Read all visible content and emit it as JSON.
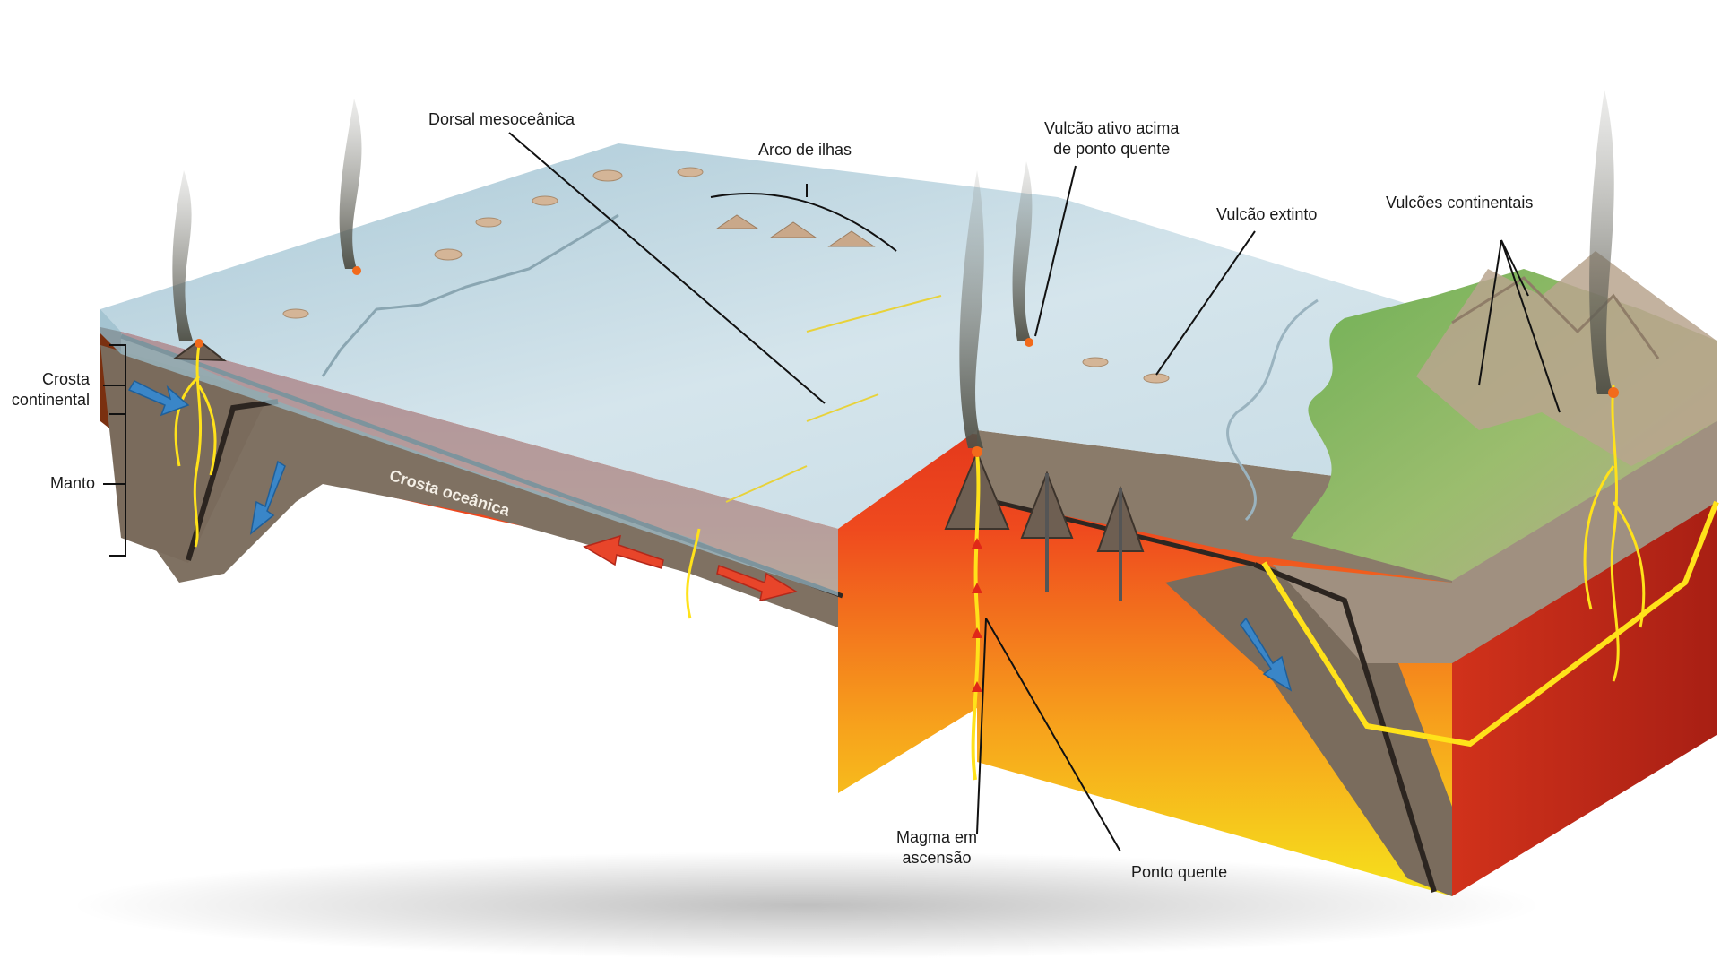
{
  "labels": {
    "dorsal": "Dorsal mesoceânica",
    "arco": "Arco de ilhas",
    "vulcao_ativo": "Vulcão ativo acima\nde ponto quente",
    "vulcao_extinto": "Vulcão extinto",
    "vulcoes_continentais": "Vulcões continentais",
    "crosta_continental": "Crosta\ncontinental",
    "manto": "Manto",
    "crosta_oceanica": "Crosta oceânica",
    "magma": "Magma em\nascensão",
    "ponto_quente": "Ponto quente"
  },
  "colors": {
    "ocean": "#c9dde6",
    "mantle_hot": "#e8321c",
    "mantle_yellow": "#f5d81c",
    "crust_rock": "#8c7d6c",
    "land_green": "#7cae57",
    "arrow_blue": "#3a86c8",
    "arrow_red": "#e8452a",
    "magma_line": "#ffe21a"
  }
}
